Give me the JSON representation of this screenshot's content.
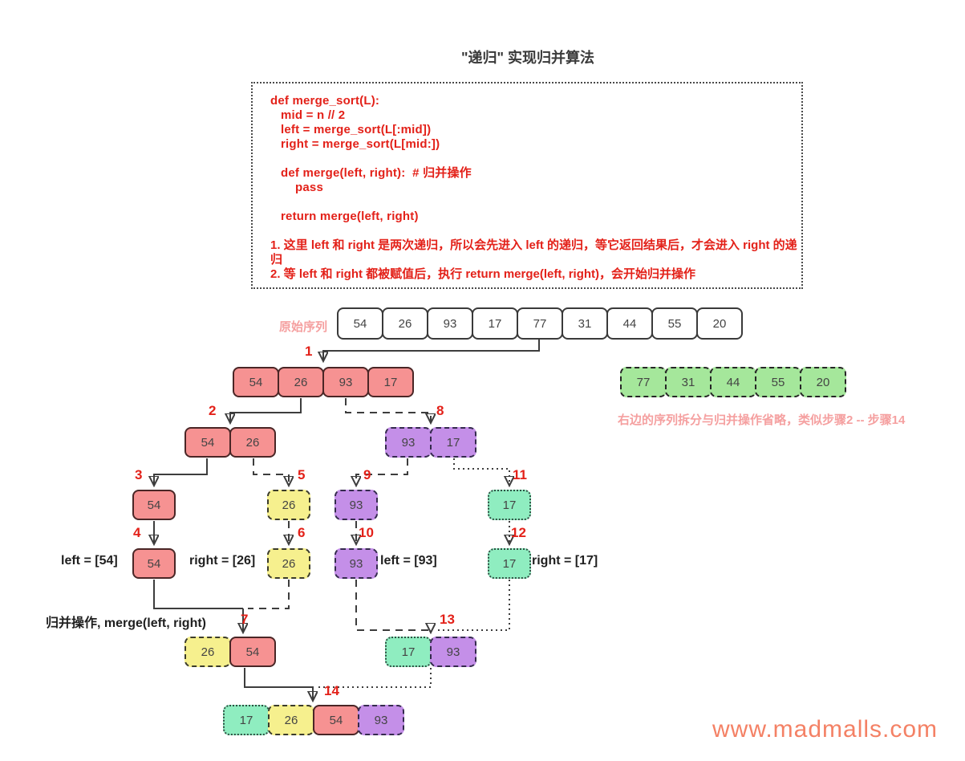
{
  "title": "\"递归\" 实现归并算法",
  "code": {
    "lines": [
      "def merge_sort(L):",
      "mid = n // 2",
      "left = merge_sort(L[:mid])",
      "right = merge_sort(L[mid:])",
      "",
      "def merge(left, right):  # 归并操作",
      "pass",
      "",
      "return merge(left, right)"
    ],
    "notes": [
      "1. 这里 left 和 right 是两次递归，所以会先进入 left 的递归，等它返回结果后，才会进入 right 的递归",
      "2. 等 left 和 right 都被赋值后，执行 return merge(left, right)，会开始归并操作"
    ]
  },
  "labels": {
    "original_sequence": "原始序列",
    "right_side_note": "右边的序列拆分与归并操作省略，类似步骤2 -- 步骤14",
    "merge_operation": "归并操作, merge(left, right)",
    "left_54": "left = [54]",
    "right_26": "right = [26]",
    "left_93": "left = [93]",
    "right_17": "right = [17]"
  },
  "steps": [
    "1",
    "2",
    "3",
    "4",
    "5",
    "6",
    "7",
    "8",
    "9",
    "10",
    "11",
    "12",
    "13",
    "14"
  ],
  "groups": {
    "original": {
      "values": [
        54,
        26,
        93,
        17,
        77,
        31,
        44,
        55,
        20
      ],
      "variants": "white"
    },
    "level1_left": {
      "values": [
        54,
        26,
        93,
        17
      ],
      "variants": "red"
    },
    "level1_right": {
      "values": [
        77,
        31,
        44,
        55,
        20
      ],
      "variants": "green"
    },
    "level2_left": {
      "values": [
        54,
        26
      ],
      "variants": "red"
    },
    "level2_right": {
      "values": [
        93,
        17
      ],
      "variants": "purple"
    },
    "step3_single": {
      "values": [
        54
      ],
      "variants": "red"
    },
    "step5_single": {
      "values": [
        26
      ],
      "variants": "yellow"
    },
    "step9_single": {
      "values": [
        93
      ],
      "variants": "purple"
    },
    "step11_single": {
      "values": [
        17
      ],
      "variants": "mint"
    },
    "step4_single": {
      "values": [
        54
      ],
      "variants": "red"
    },
    "step6_single": {
      "values": [
        26
      ],
      "variants": "yellow"
    },
    "step10_single": {
      "values": [
        93
      ],
      "variants": "purple"
    },
    "step12_single": {
      "values": [
        17
      ],
      "variants": "mint"
    },
    "merge7": {
      "values": [
        26,
        54
      ],
      "variants": [
        "yellow",
        "red"
      ]
    },
    "merge13": {
      "values": [
        17,
        93
      ],
      "variants": [
        "mint",
        "purple"
      ]
    },
    "merge14": {
      "values": [
        17,
        26,
        54,
        93
      ],
      "variants": [
        "mint",
        "yellow",
        "red",
        "purple"
      ]
    }
  },
  "colors": {
    "box_red": "#F69292",
    "box_yellow": "#F6F08E",
    "box_purple": "#C48FE8",
    "box_mint": "#8FEDC0",
    "box_green": "#A5E79B",
    "box_white": "#FFFFFF",
    "code_text": "#E32119",
    "step_number": "#E32119",
    "pink_label": "#F5A0A0",
    "connector_line": "#3D3D3D",
    "watermark": "#F48165"
  },
  "watermark": "www.madmalls.com"
}
